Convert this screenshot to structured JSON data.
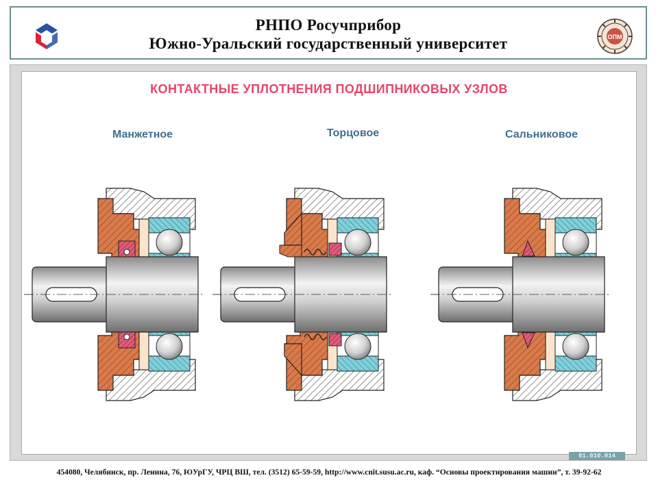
{
  "header": {
    "line1": "РНПО Росучприбор",
    "line2": "Южно-Уральский государственный университет"
  },
  "logos": {
    "left": "rnpo-logo",
    "right": "susu-seal",
    "right_text": "ОПМ"
  },
  "content": {
    "title": "КОНТАКТНЫЕ УПЛОТНЕНИЯ ПОДШИПНИКОВЫХ УЗЛОВ",
    "variants": [
      {
        "label": "Манжетное"
      },
      {
        "label": "Торцовое"
      },
      {
        "label": "Сальниковое"
      }
    ]
  },
  "code": "01.010.014",
  "footer": "454080, Челябинск, пр. Ленина, 76, ЮУрГУ, ЧРЦ ВШ, тел. (3512) 65-59-59, http://www.cnit.susu.ac.ru, каф. “Основы проектирования машин”, т. 39-92-62",
  "colors": {
    "title": "#e8446a",
    "subtitle": "#3f6f8c",
    "housing": "#d97a4a",
    "bearing": "#7fd0db",
    "seal": "#e05a7a",
    "frame": "#d9d9d9"
  }
}
